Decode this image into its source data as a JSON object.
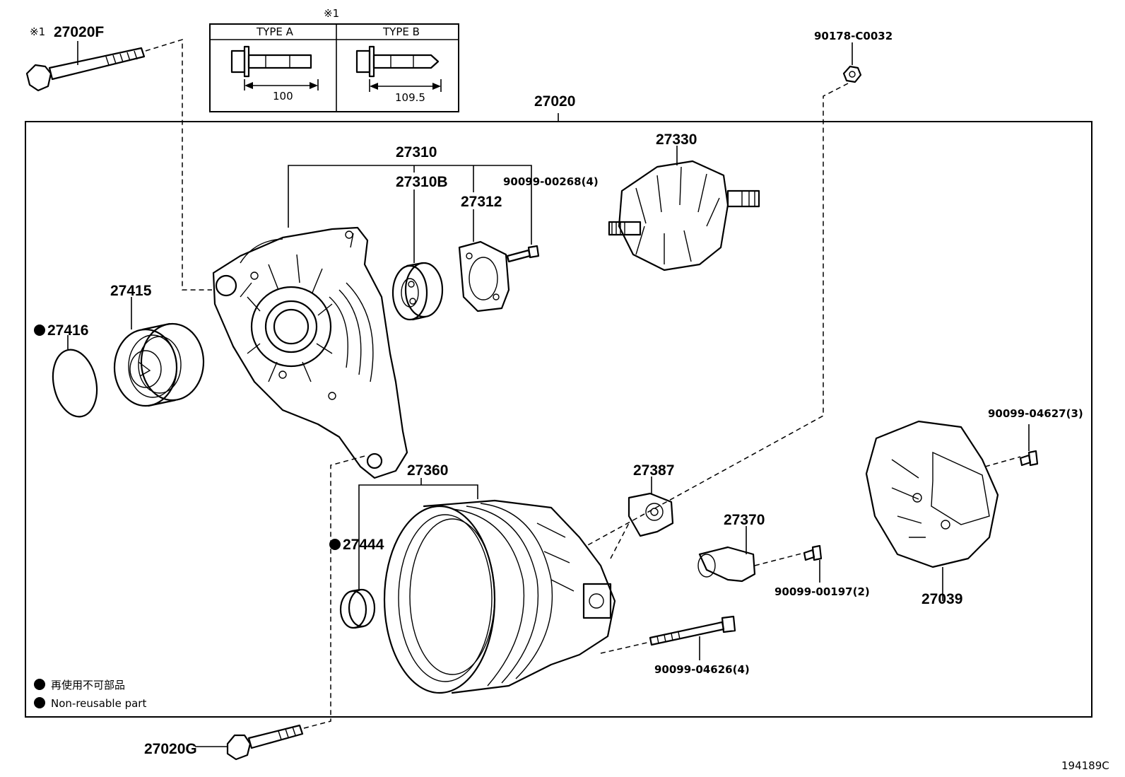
{
  "diagram_code": "194189C",
  "note_mark": "※1",
  "type_table": {
    "mark": "※1",
    "type_a": {
      "label": "TYPE A",
      "length": "100"
    },
    "type_b": {
      "label": "TYPE B",
      "length": "109.5"
    }
  },
  "legend": [
    {
      "text": "再使用不可部品"
    },
    {
      "text": "Non-reusable part"
    }
  ],
  "parts": {
    "p27020F": {
      "mark": "※1",
      "number": "27020F"
    },
    "p27020G": "27020G",
    "p27020": "27020",
    "p27310": "27310",
    "p27310B": "27310B",
    "p27312": "27312",
    "p90099_00268": "90099-00268(4)",
    "p27330": "27330",
    "p90178": "90178-C0032",
    "p27415": "27415",
    "p27416": "27416",
    "p27360": "27360",
    "p27444": "27444",
    "p27387": "27387",
    "p27370": "27370",
    "p90099_00197": "90099-00197(2)",
    "p90099_04627": "90099-04627(3)",
    "p27039": "27039",
    "p90099_04626": "90099-04626(4)"
  }
}
